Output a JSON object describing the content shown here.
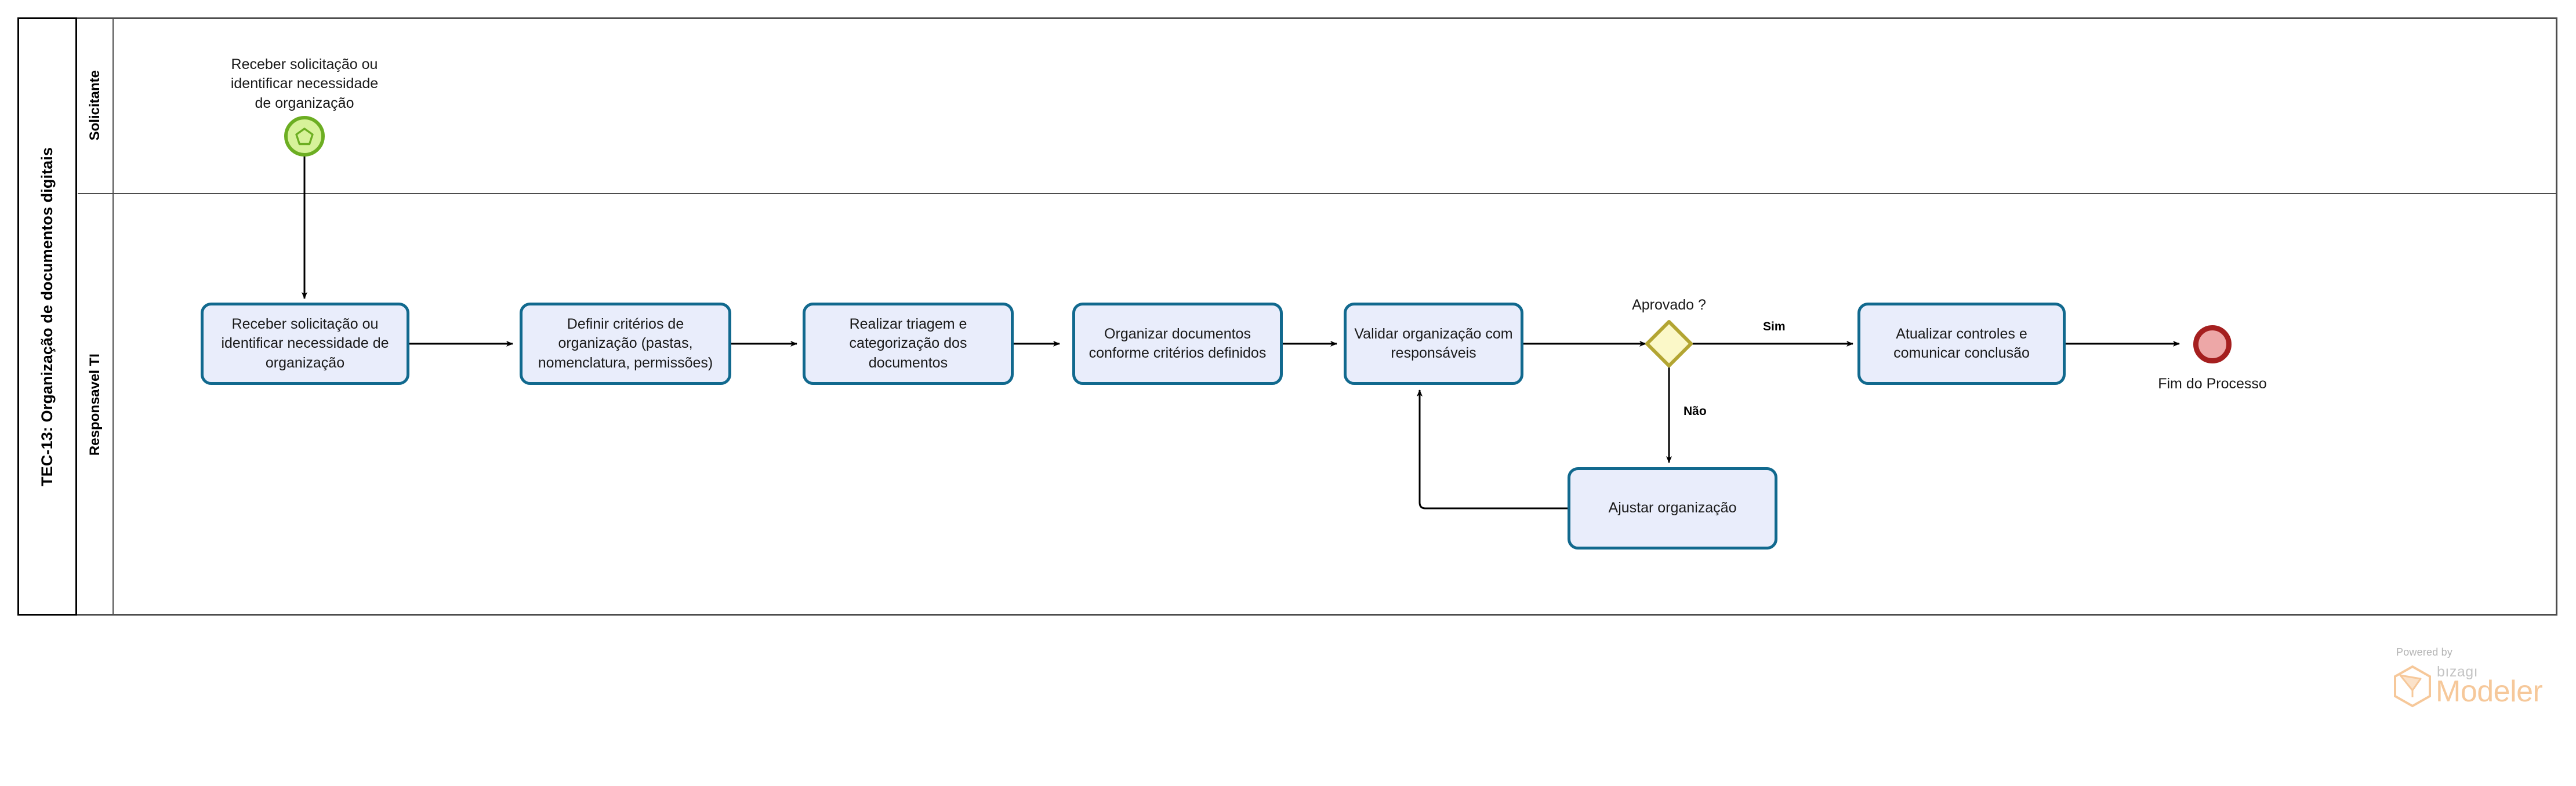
{
  "pool": {
    "title": "TEC-13: Organização de documentos digitais",
    "lanes": [
      {
        "id": "lane-solicitante",
        "label": "Solicitante"
      },
      {
        "id": "lane-responsavel-ti",
        "label": "Responsavel TI"
      }
    ]
  },
  "events": {
    "start": {
      "label": "Receber solicitação ou\nidentificar necessidade\nde organização",
      "icon": "pentagon-signal-start-event-icon",
      "fill": "#d7f29a",
      "stroke": "#6cae22"
    },
    "end": {
      "label": "Fim do Processo",
      "icon": "end-event-icon",
      "fill": "#eda7a7",
      "stroke": "#a51f1f"
    }
  },
  "tasks": [
    {
      "id": "task-receber",
      "label": "Receber solicitação ou identificar necessidade de organização"
    },
    {
      "id": "task-definir-criterios",
      "label": "Definir critérios de organização (pastas, nomenclatura, permissões)"
    },
    {
      "id": "task-triagem",
      "label": "Realizar triagem e categorização dos documentos"
    },
    {
      "id": "task-organizar",
      "label": "Organizar documentos conforme critérios definidos"
    },
    {
      "id": "task-validar",
      "label": "Validar organização com responsáveis"
    },
    {
      "id": "task-atualizar",
      "label": "Atualizar controles e comunicar conclusão"
    },
    {
      "id": "task-ajustar",
      "label": "Ajustar organização"
    }
  ],
  "gateway": {
    "id": "gateway-aprovado",
    "label": "Aprovado ?",
    "fill": "#fbf8c8",
    "stroke": "#b3a532"
  },
  "flow_labels": {
    "sim": "Sim",
    "nao": "Não"
  },
  "watermark": {
    "powered_by": "Powered by",
    "brand": "bızagı",
    "product": "Modeler",
    "accent": "#f6c89a"
  }
}
